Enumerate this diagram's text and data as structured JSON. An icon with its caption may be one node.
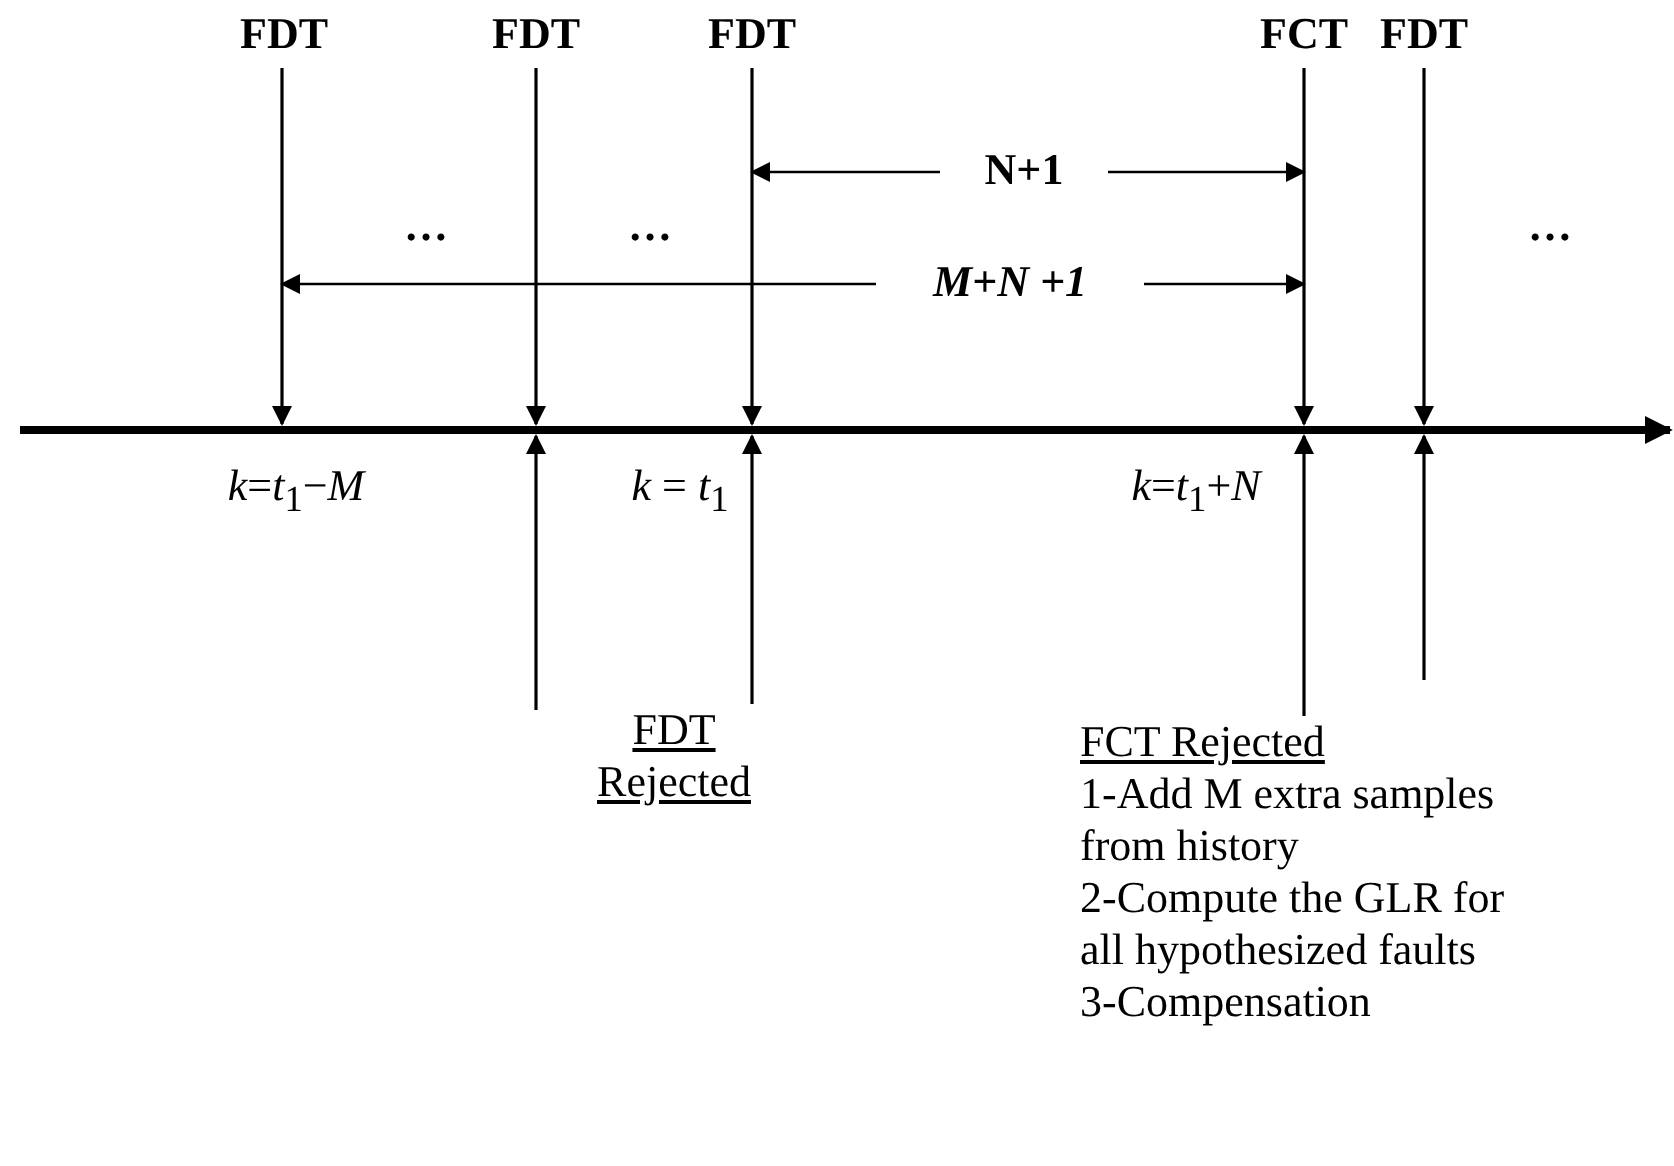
{
  "diagram": {
    "nodes": [
      {
        "text": [
          "FDT"
        ]
      },
      {
        "text": [
          "FDT"
        ]
      },
      {
        "text": [
          "FDT"
        ]
      },
      {
        "text": [
          "FCT"
        ]
      },
      {
        "text": [
          "FDT"
        ]
      },
      {
        "text": [],
        "shape": "bar"
      },
      {
        "text": [
          "FDT Rejected"
        ]
      },
      {
        "text": [
          "FCT Rejected",
          "1-Add M extra samples from history",
          "2-Compute the GLR for all hypothesized faults",
          "3-Compensation"
        ]
      }
    ],
    "edges": [
      {
        "from": 0,
        "to": 5,
        "arrow": "to"
      },
      {
        "from": 1,
        "to": 5,
        "arrow": "to"
      },
      {
        "from": 2,
        "to": 5,
        "arrow": "to"
      },
      {
        "from": 3,
        "to": 5,
        "arrow": "to"
      },
      {
        "from": 4,
        "to": 5,
        "arrow": "to"
      },
      {
        "from": null,
        "to": 5,
        "arrow": "to"
      },
      {
        "from": 6,
        "to": 5,
        "arrow": "to"
      },
      {
        "from": 7,
        "to": 5,
        "arrow": "to"
      },
      {
        "from": null,
        "to": 5,
        "arrow": "to"
      }
    ],
    "labels": [
      "N+1",
      "…",
      "…",
      "…",
      "M+N +1",
      "*k*=*t*$_{1}$−*M*",
      "*k* = *t*$_{1}$",
      "*k*=*t*$_{1}$+*N*"
    ]
  }
}
